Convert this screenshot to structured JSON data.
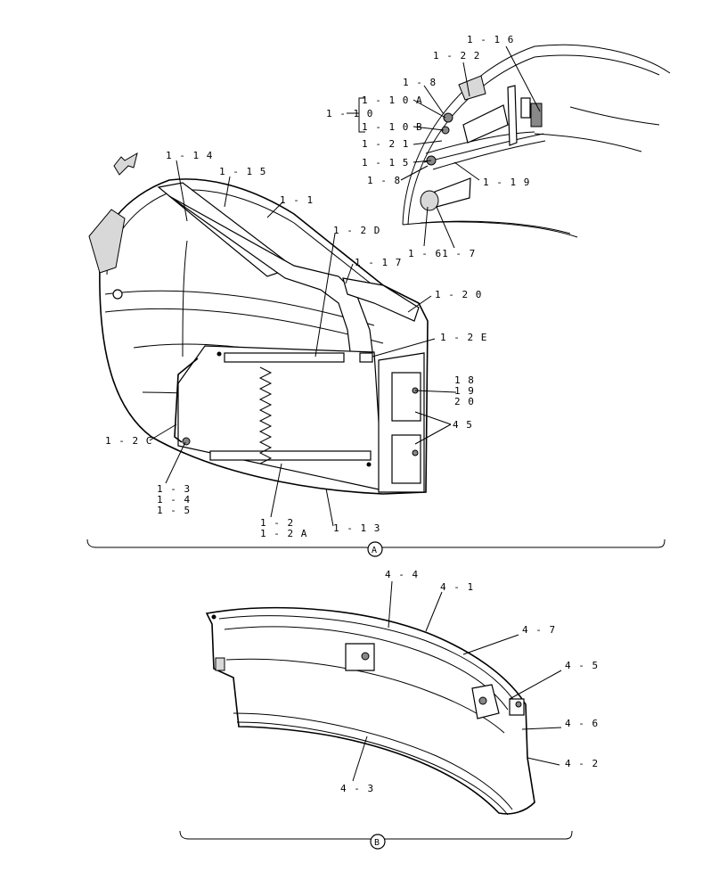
{
  "section_a": {
    "marker": "A",
    "labels": {
      "l_1_16": "1 - 1 6",
      "l_1_22": "1 - 2 2",
      "l_1_8_top": "1 - 8",
      "l_1_10a": "1 - 1 0 A",
      "l_1_10": "1 - 1 0",
      "l_1_10b": "1 - 1 0 B",
      "l_1_21": "1 - 2 1",
      "l_1_15_right": "1 - 1 5",
      "l_1_8_bot": "1 - 8",
      "l_1_19": "1 - 1 9",
      "l_1_61_7": "1 - 61 - 7",
      "l_1_14": "1 - 1 4",
      "l_1_15_left": "1 - 1 5",
      "l_1_1": "1 - 1",
      "l_1_2d": "1 - 2 D",
      "l_1_17": "1 - 1 7",
      "l_1_20": "1 - 2 0",
      "l_1_2e": "1 - 2 E",
      "l_18": "1 8",
      "l_19": "1 9",
      "l_20": "2 0",
      "l_45": "4 5",
      "l_1_2c": "1 - 2 C",
      "l_1_3": "1 - 3",
      "l_1_4": "1 - 4",
      "l_1_5": "1 - 5",
      "l_1_2": "1 - 2",
      "l_1_2a": "1 - 2 A",
      "l_1_13": "1 - 1 3"
    }
  },
  "section_b": {
    "marker": "B",
    "labels": {
      "l_4_4": "4 - 4",
      "l_4_1": "4 - 1",
      "l_4_7": "4 - 7",
      "l_4_5": "4 - 5",
      "l_4_6": "4 - 6",
      "l_4_2": "4 - 2",
      "l_4_3": "4 - 3"
    }
  },
  "icons": {
    "direction_arrow": "direction-arrow-icon"
  }
}
